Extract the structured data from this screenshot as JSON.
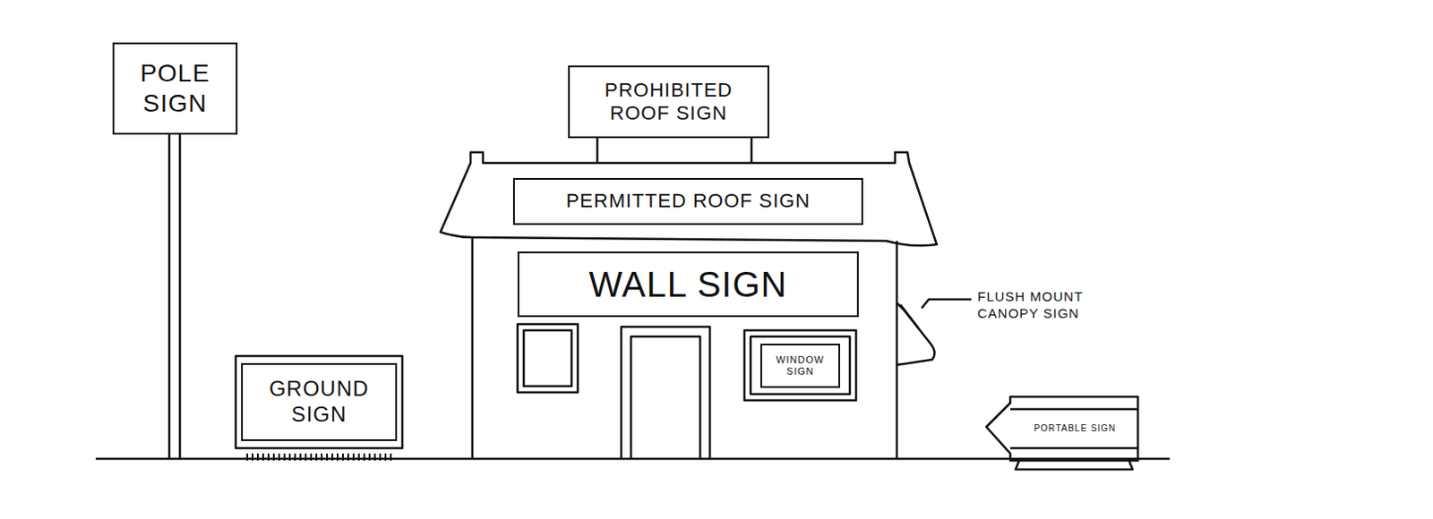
{
  "diagram": {
    "nodes": [
      {
        "text": [
          "POLE SIGN"
        ]
      },
      {
        "text": [
          "PROHIBITED ROOF SIGN"
        ]
      },
      {
        "text": [
          "PERMITTED ROOF SIGN"
        ]
      },
      {
        "text": [
          "WALL SIGN"
        ]
      },
      {
        "text": [
          "WINDOW SIGN"
        ]
      },
      {
        "text": [
          "GROUND SIGN"
        ]
      },
      {
        "text": [
          "PORTABLE SIGN"
        ]
      }
    ],
    "labels": [
      "FLUSH MOUNT CANOPY SIGN"
    ]
  }
}
